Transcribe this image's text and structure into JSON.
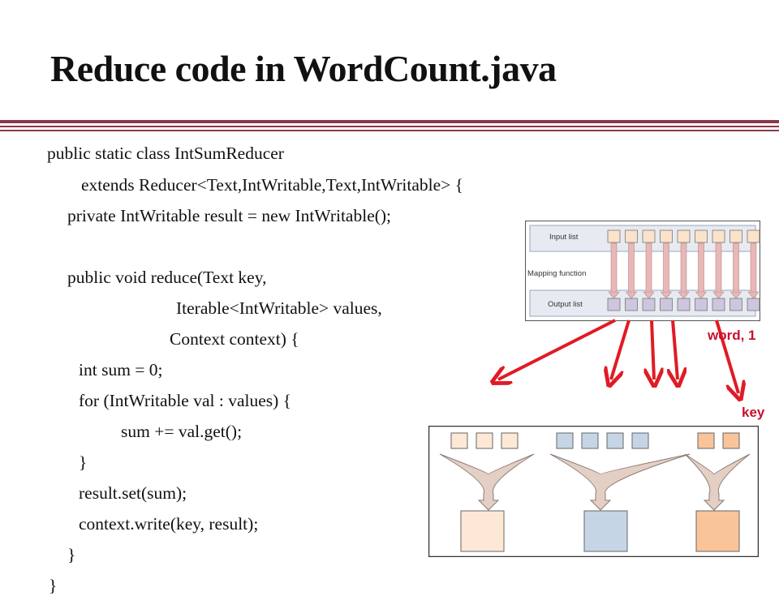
{
  "slide": {
    "title": "Reduce code in WordCount.java"
  },
  "code_lines": [
    "public static class IntSumReducer",
    "extends Reducer<Text,IntWritable,Text,IntWritable> {",
    "private IntWritable result = new IntWritable();",
    "public void reduce(Text key,",
    "Iterable<IntWritable> values,",
    "Context context) {",
    "int sum = 0;",
    "for (IntWritable val : values) {",
    "sum += val.get();",
    "}",
    "result.set(sum);",
    "context.write(key, result);",
    "}",
    "}"
  ],
  "map_diagram": {
    "input_label": "Input list",
    "mapping_label": "Mapping function",
    "output_label": "Output list"
  },
  "annotations": {
    "word_one": "word, 1",
    "key": "key"
  },
  "colors": {
    "accent_rule": "#8b3a4a",
    "arrow_red": "#e01b24",
    "input_box": "#fbe3c9",
    "output_box": "#cdc6de",
    "pipe": "#e8b7b7",
    "group_peach": "#fde8d6",
    "group_blue": "#c5d5e5",
    "group_orange": "#f9c49a"
  }
}
